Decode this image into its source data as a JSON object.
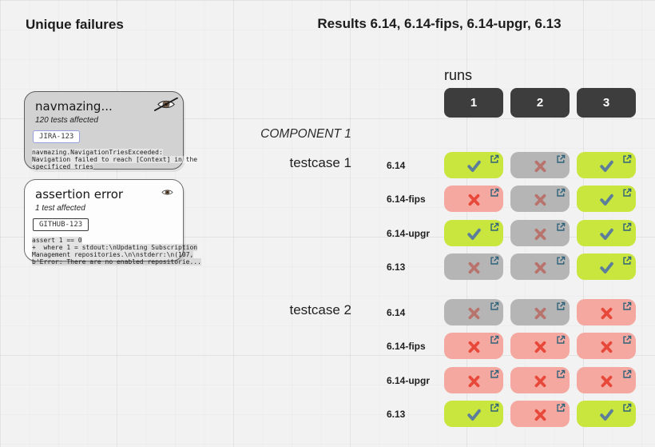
{
  "header": {
    "left_title": "Unique failures",
    "results_title": "Results 6.14, 6.14-fips, 6.14-upgr, 6.13"
  },
  "runs": {
    "label": "runs",
    "columns": [
      "1",
      "2",
      "3"
    ]
  },
  "component": {
    "label": "COMPONENT 1"
  },
  "testcases": [
    {
      "label": "testcase 1",
      "rows": [
        {
          "version": "6.14",
          "cells": [
            "pass",
            "fail-muted",
            "pass"
          ]
        },
        {
          "version": "6.14-fips",
          "cells": [
            "fail",
            "fail-muted",
            "pass"
          ]
        },
        {
          "version": "6.14-upgr",
          "cells": [
            "pass",
            "fail-muted",
            "pass"
          ]
        },
        {
          "version": "6.13",
          "cells": [
            "fail-muted",
            "fail-muted",
            "pass"
          ]
        }
      ]
    },
    {
      "label": "testcase 2",
      "rows": [
        {
          "version": "6.14",
          "cells": [
            "fail-muted",
            "fail-muted",
            "fail"
          ]
        },
        {
          "version": "6.14-fips",
          "cells": [
            "fail",
            "fail",
            "fail"
          ]
        },
        {
          "version": "6.14-upgr",
          "cells": [
            "fail",
            "fail",
            "fail"
          ]
        },
        {
          "version": "6.13",
          "cells": [
            "pass",
            "fail",
            "pass"
          ]
        }
      ]
    }
  ],
  "failure_cards": [
    {
      "title": "navmazing...",
      "subtitle": "120 tests affected",
      "badge": "JIRA-123",
      "badge_style": "jira",
      "eye_icon": "eye-off-icon",
      "card_style": "gray",
      "code_lines": [
        "navmazing.NavigationTriesExceeded:",
        "Navigation failed to reach [Context] in the",
        "specificed tries"
      ]
    },
    {
      "title": "assertion error",
      "subtitle": "1 test affected",
      "badge": "GITHUB-123",
      "badge_style": "github",
      "eye_icon": "eye-icon",
      "card_style": "white",
      "code_lines": [
        "assert 1 == 0",
        "+  where 1 = stdout:\\nUpdating Subscription",
        "Management repositories.\\n\\nstderr:\\n(107,",
        "b'Error: There are no enabled repositorie..."
      ]
    }
  ],
  "colors": {
    "pass_bg": "#c9e63f",
    "pass_mark": "#5d7e9b",
    "fail_bg": "#f4a8a0",
    "fail_mark": "#e8483a",
    "fail_muted_bg": "#b5b5b5",
    "fail_muted_mark": "#b8736c",
    "link_icon": "#2f627b",
    "run_button_bg": "#3d3d3d"
  }
}
